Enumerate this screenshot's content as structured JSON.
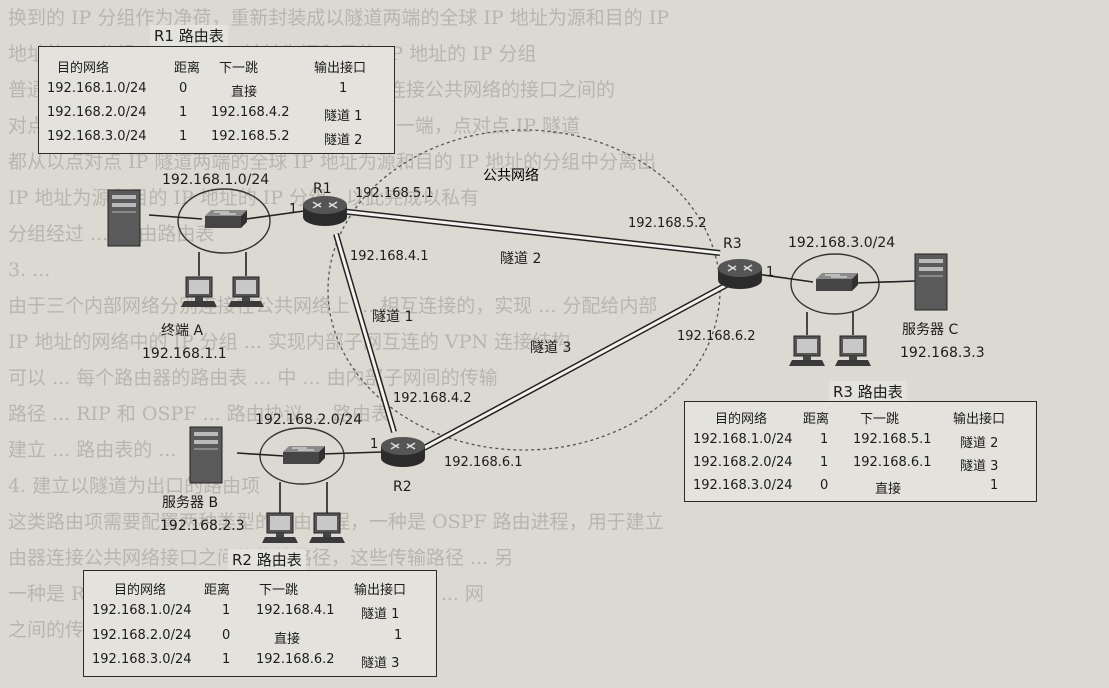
{
  "background_text": [
    "换到的 IP 分组作为净荷，重新封装成以隧道两端的全球 IP 地址为源和目的 IP",
    "地址的 IP 分组，以公网 IP 地址为源和目的 IP 地址的 IP 分组",
    "普通的 OSPF 建立的路由器 R1、R2 和 R3 连接公共网络的接口之间的",
    "对点 IP 隧道的一端传输到点对点 IP 隧道的另一端，点对点 IP 隧道",
    "都从以点对点 IP 隧道两端的全球 IP 地址为源和目的 IP 地址的分组中分离出",
    "IP 地址为源和目的 IP 地址的 IP 分组，以此完成以私有",
    "分组经过 ...                     ... 由路由表",
    "3. ...",
    "由于三个内部网络分别连接在公共网络上 ... 相互连接的，实现 ... 分配给内部",
    "IP 地址的网络中的 IP 分组 ... 实现内部子网互连的 VPN 连接结构",
    "可以 ... 每个路由器的路由表 ... 中 ... 由内部子网间的传输",
    "路径 ... RIP 和 OSPF ... 路由协议 ... 路由表",
    "建立 ... 路由表的 ...",
    "4. 建立以隧道为出口的路由项",
    "",
    "这类路由项需要配置两种类型的路由进程，一种是 OSPF 路由进程，用于建立",
    "由器连接公共网络接口之间的传输路径，这些传输路径 ... 另",
    "一种是 RIP 路由进程，这种路由进程基于隧道建立 ... 网",
    "之间的传输路径。"
  ],
  "cloud_label": "公共网络",
  "tables": {
    "r1": {
      "title": "R1 路由表",
      "headers": [
        "目的网络",
        "距离",
        "下一跳",
        "输出接口"
      ],
      "rows": [
        [
          "192.168.1.0/24",
          "0",
          "直接",
          "1"
        ],
        [
          "192.168.2.0/24",
          "1",
          "192.168.4.2",
          "隧道 1"
        ],
        [
          "192.168.3.0/24",
          "1",
          "192.168.5.2",
          "隧道 2"
        ]
      ]
    },
    "r2": {
      "title": "R2 路由表",
      "headers": [
        "目的网络",
        "距离",
        "下一跳",
        "输出接口"
      ],
      "rows": [
        [
          "192.168.1.0/24",
          "1",
          "192.168.4.1",
          "隧道 1"
        ],
        [
          "192.168.2.0/24",
          "0",
          "直接",
          "1"
        ],
        [
          "192.168.3.0/24",
          "1",
          "192.168.6.2",
          "隧道 3"
        ]
      ]
    },
    "r3": {
      "title": "R3 路由表",
      "headers": [
        "目的网络",
        "距离",
        "下一跳",
        "输出接口"
      ],
      "rows": [
        [
          "192.168.1.0/24",
          "1",
          "192.168.5.1",
          "隧道 2"
        ],
        [
          "192.168.2.0/24",
          "1",
          "192.168.6.1",
          "隧道 3"
        ],
        [
          "192.168.3.0/24",
          "0",
          "直接",
          "1"
        ]
      ]
    }
  },
  "routers": {
    "r1": {
      "name": "R1",
      "port": "1"
    },
    "r2": {
      "name": "R2",
      "port": "1"
    },
    "r3": {
      "name": "R3",
      "port": "1"
    }
  },
  "networks": {
    "net1": "192.168.1.0/24",
    "net2": "192.168.2.0/24",
    "net3": "192.168.3.0/24"
  },
  "hosts": {
    "terminal_a": {
      "name": "终端 A",
      "ip": "192.168.1.1"
    },
    "server_b": {
      "name": "服务器 B",
      "ip": "192.168.2.3"
    },
    "server_c": {
      "name": "服务器 C",
      "ip": "192.168.3.3"
    }
  },
  "tunnels": {
    "t1": {
      "label": "隧道 1",
      "end_a": "192.168.4.1",
      "end_b": "192.168.4.2"
    },
    "t2": {
      "label": "隧道 2",
      "end_a": "192.168.5.1",
      "end_b": "192.168.5.2"
    },
    "t3": {
      "label": "隧道 3",
      "end_a": "192.168.6.1",
      "end_b": "192.168.6.2"
    }
  },
  "colors": {
    "ink": "#1c1c1c",
    "paper": "#dcd9d3",
    "router": "#3a3a3a",
    "switch": "#4e4e4e"
  },
  "icons": {
    "router": "router-icon",
    "switch": "switch-icon",
    "server": "server-icon",
    "pc": "pc-icon"
  }
}
